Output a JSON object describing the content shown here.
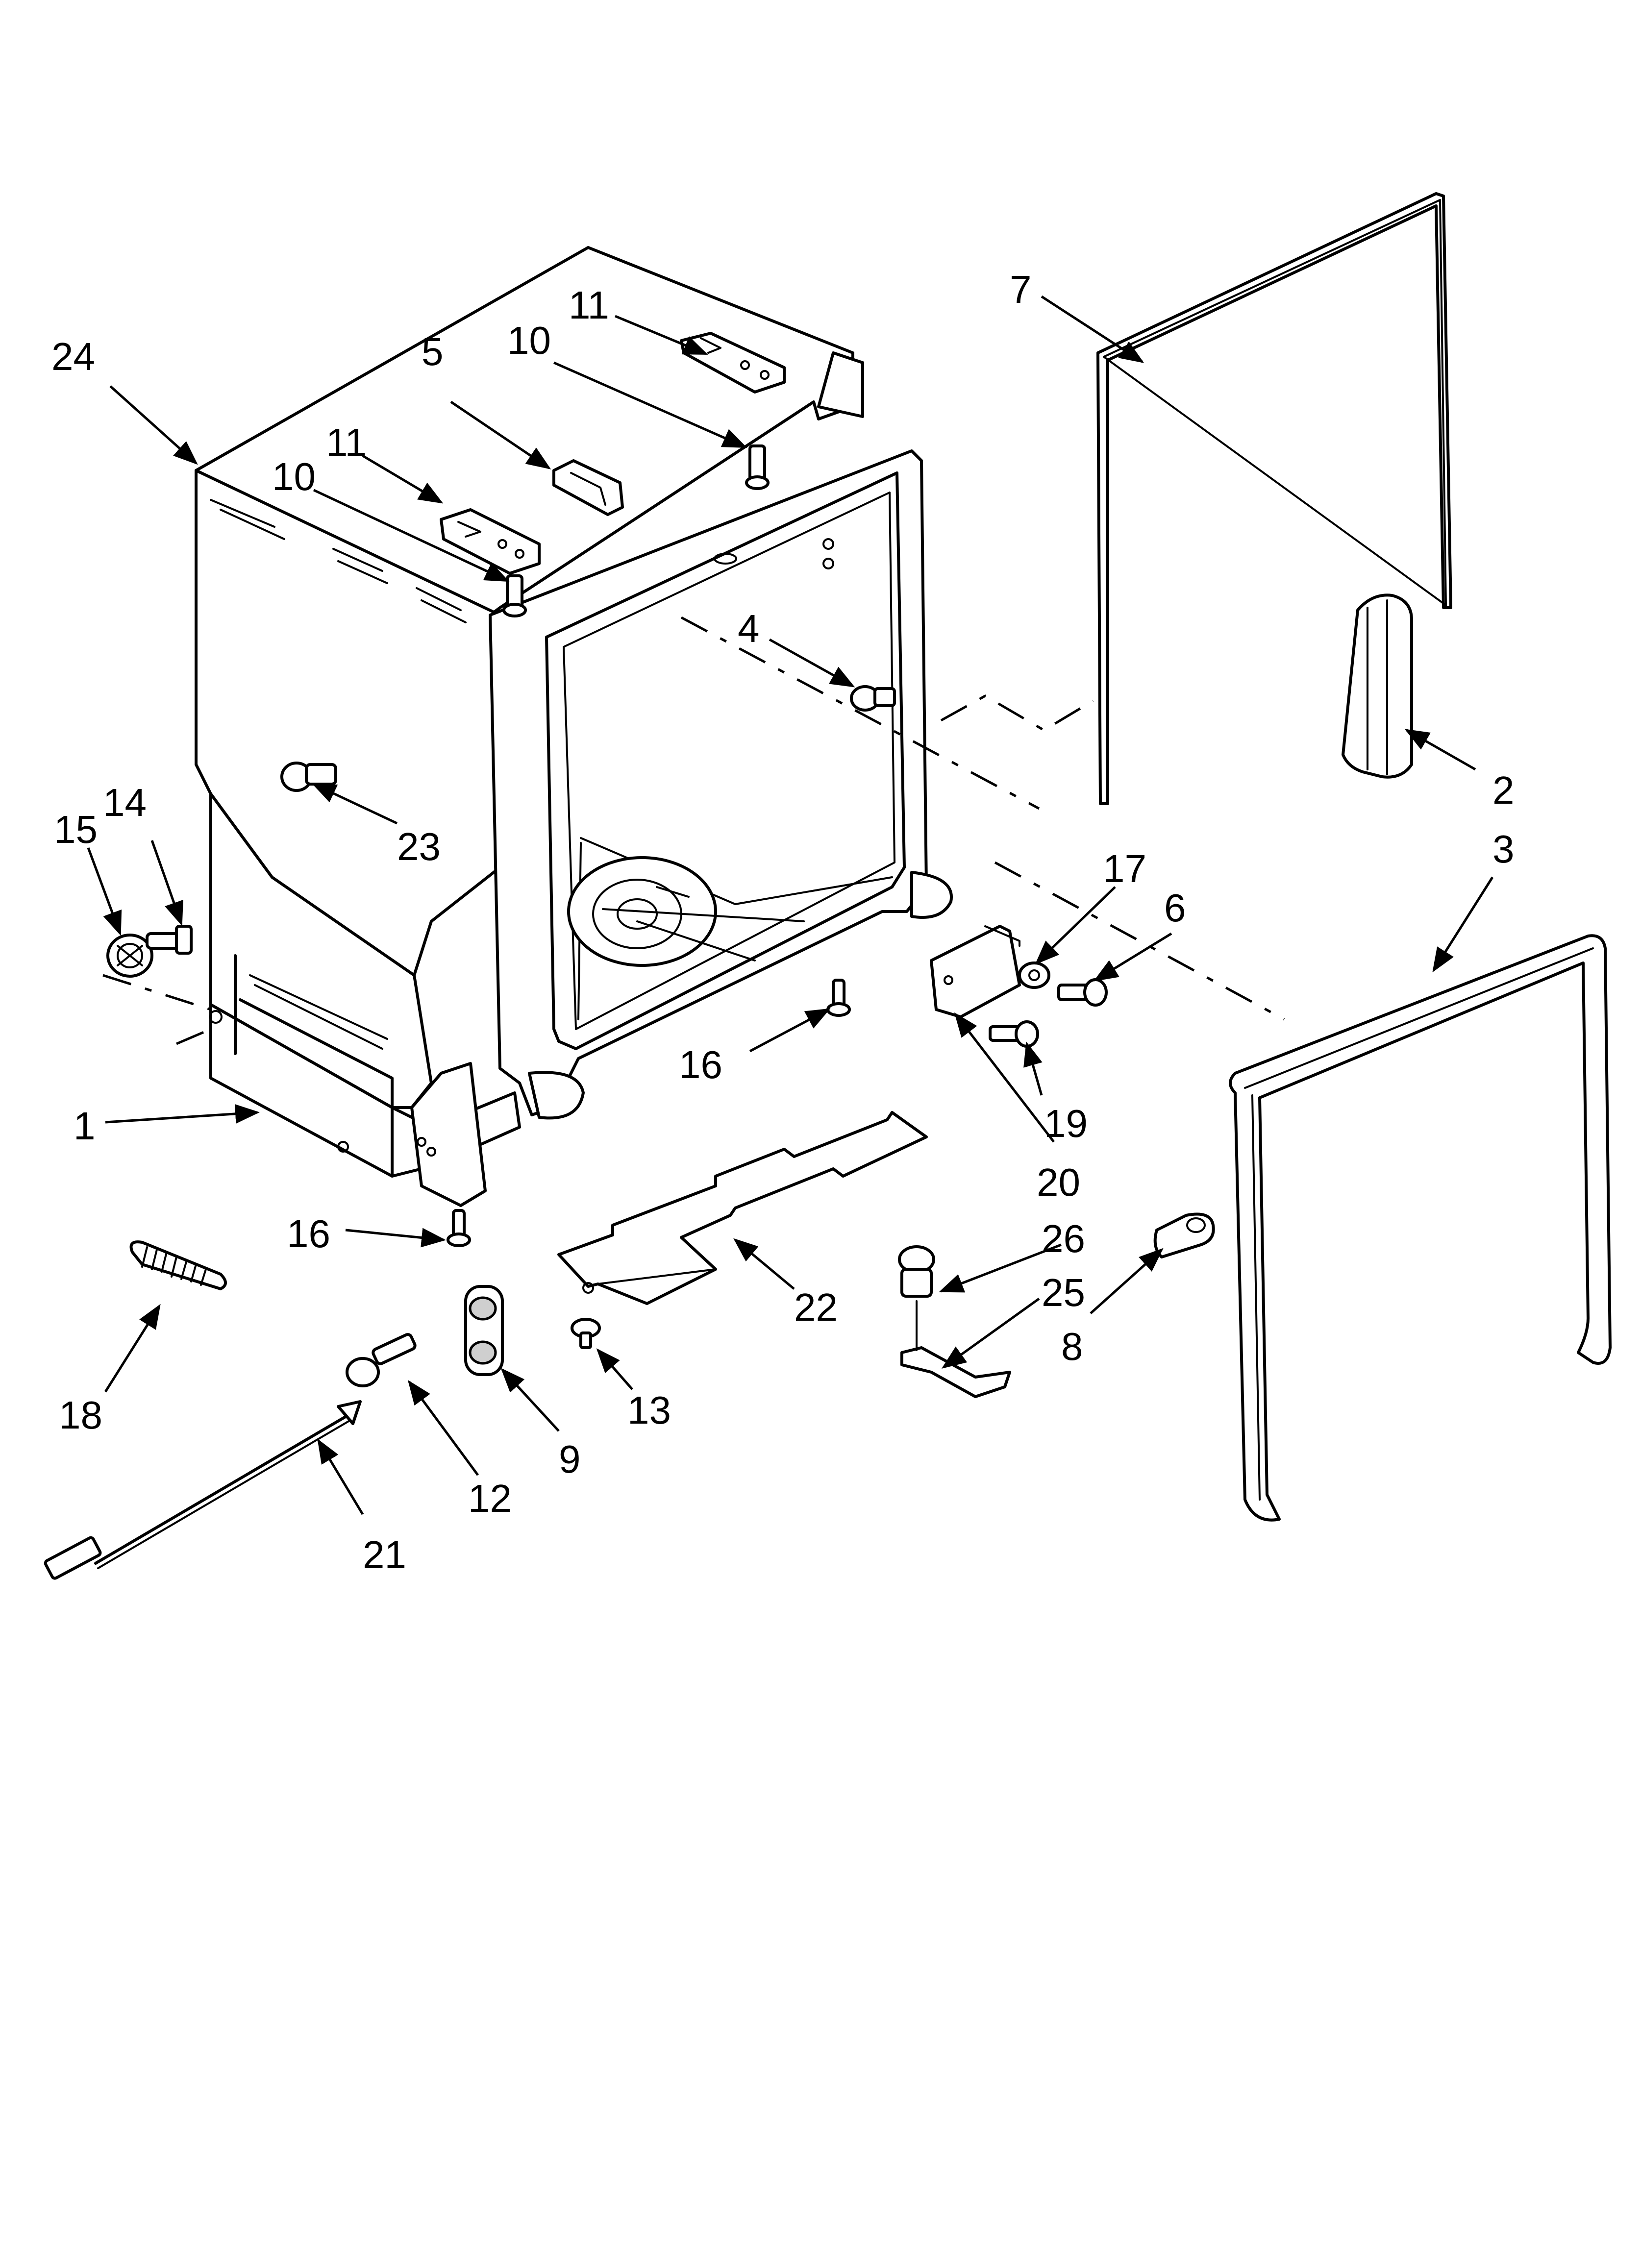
{
  "diagram": {
    "callouts": [
      {
        "id": "c7",
        "label": "7"
      },
      {
        "id": "c24",
        "label": "24"
      },
      {
        "id": "c11a",
        "label": "11"
      },
      {
        "id": "c10a",
        "label": "10"
      },
      {
        "id": "c5",
        "label": "5"
      },
      {
        "id": "c11b",
        "label": "11"
      },
      {
        "id": "c10b",
        "label": "10"
      },
      {
        "id": "c4",
        "label": "4"
      },
      {
        "id": "c2",
        "label": "2"
      },
      {
        "id": "c3",
        "label": "3"
      },
      {
        "id": "c23",
        "label": "23"
      },
      {
        "id": "c15",
        "label": "15"
      },
      {
        "id": "c14",
        "label": "14"
      },
      {
        "id": "c17",
        "label": "17"
      },
      {
        "id": "c6",
        "label": "6"
      },
      {
        "id": "c16a",
        "label": "16"
      },
      {
        "id": "c19",
        "label": "19"
      },
      {
        "id": "c20",
        "label": "20"
      },
      {
        "id": "c1",
        "label": "1"
      },
      {
        "id": "c16b",
        "label": "16"
      },
      {
        "id": "c26",
        "label": "26"
      },
      {
        "id": "c25",
        "label": "25"
      },
      {
        "id": "c22",
        "label": "22"
      },
      {
        "id": "c8",
        "label": "8"
      },
      {
        "id": "c18",
        "label": "18"
      },
      {
        "id": "c13",
        "label": "13"
      },
      {
        "id": "c9",
        "label": "9"
      },
      {
        "id": "c12",
        "label": "12"
      },
      {
        "id": "c21",
        "label": "21"
      }
    ]
  }
}
